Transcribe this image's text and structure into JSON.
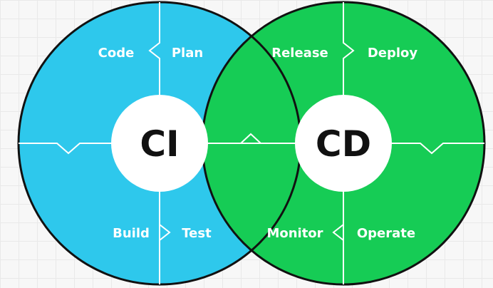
{
  "diagram": {
    "ci": {
      "title": "CI",
      "color": "#2ec8ec",
      "stages": [
        "Code",
        "Plan",
        "Build",
        "Test"
      ]
    },
    "cd": {
      "title": "CD",
      "color": "#16cc55",
      "stages": [
        "Release",
        "Deploy",
        "Monitor",
        "Operate"
      ]
    }
  }
}
